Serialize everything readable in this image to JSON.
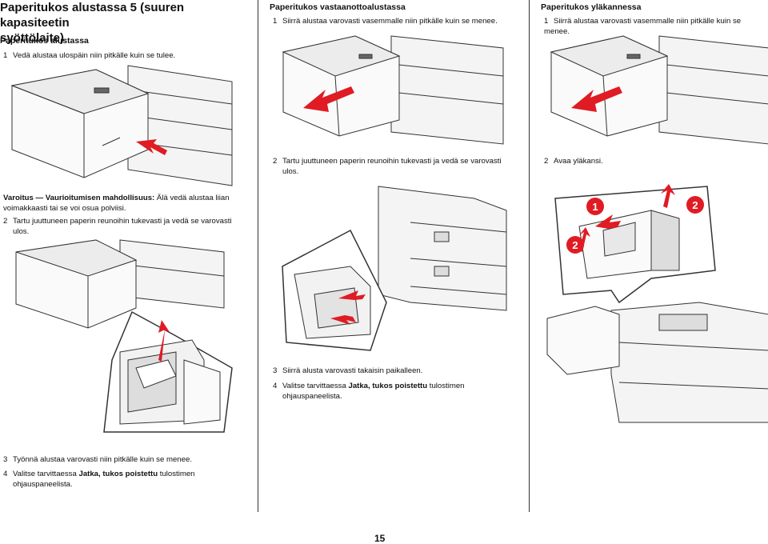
{
  "col1": {
    "title_line1": "Paperitukos alustassa 5 (suuren kapasiteetin",
    "title_line2": "syöttölaite)",
    "subtitle": "Paperitukos alustassa",
    "step1_num": "1",
    "step1_text": "Vedä alustaa ulospäin niin pitkälle kuin se tulee.",
    "warning_label": "Varoitus — Vaurioitumisen mahdollisuus:",
    "warning_text_1": "Älä vedä alustaa liian",
    "warning_text_2": "voimakkaasti tai se voi osua polviisi.",
    "step2_num": "2",
    "step2_line1": "Tartu juuttuneen paperin reunoihin tukevasti ja vedä se varovasti",
    "step2_line2": "ulos.",
    "step3_num": "3",
    "step3_text": "Työnnä alustaa varovasti niin pitkälle kuin se menee.",
    "step4_num": "4",
    "step4_pre": "Valitse tarvittaessa ",
    "step4_bold": "Jatka, tukos poistettu",
    "step4_post": " tulostimen",
    "step4_line2": "ohjauspaneelista."
  },
  "col2": {
    "subtitle": "Paperitukos vastaanottoalustassa",
    "step1_num": "1",
    "step1_text": "Siirrä alustaa varovasti vasemmalle niin pitkälle kuin se menee.",
    "step2_num": "2",
    "step2_line1": "Tartu juuttuneen paperin reunoihin tukevasti ja vedä se varovasti",
    "step2_line2": "ulos.",
    "step3_num": "3",
    "step3_text": "Siirrä alusta varovasti takaisin paikalleen.",
    "step4_num": "4",
    "step4_pre": "Valitse tarvittaessa ",
    "step4_bold": "Jatka, tukos poistettu",
    "step4_post": " tulostimen",
    "step4_line2": "ohjauspaneelista."
  },
  "col3": {
    "subtitle": "Paperitukos yläkannessa",
    "step1_num": "1",
    "step1_text": "Siirrä alustaa varovasti vasemmalle niin pitkälle kuin se menee.",
    "step2_num": "2",
    "step2_text": "Avaa yläkansi.",
    "callout_1": "1",
    "callout_2a": "2",
    "callout_2b": "2"
  },
  "page_number": "15",
  "colors": {
    "arrow_red": "#e01b24",
    "line": "#333333",
    "fill_light": "#f2f2f2"
  }
}
